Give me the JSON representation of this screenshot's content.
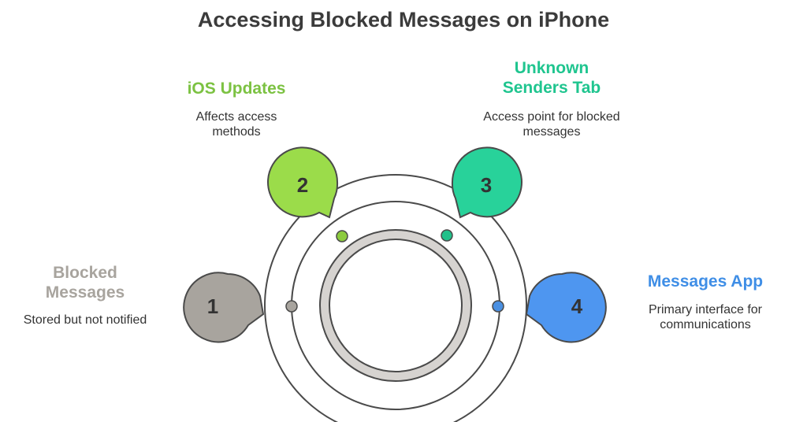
{
  "title": "Accessing Blocked Messages on iPhone",
  "items": [
    {
      "number": "1",
      "heading": "Blocked Messages",
      "description": "Stored but not notified",
      "color": "#a8a49e",
      "dot_color": "#a8a49e"
    },
    {
      "number": "2",
      "heading": "iOS Updates",
      "description": "Affects access methods",
      "color": "#9bdc4a",
      "dot_color": "#8ccb3e"
    },
    {
      "number": "3",
      "heading": "Unknown Senders Tab",
      "description": "Access point for blocked messages",
      "color": "#28d29a",
      "dot_color": "#22c08a"
    },
    {
      "number": "4",
      "heading": "Messages App",
      "description": "Primary interface for communications",
      "color": "#4e96f0",
      "dot_color": "#4a90e2"
    }
  ],
  "heading_colors": [
    "#a8a49e",
    "#7cc242",
    "#1fc58f",
    "#3f8ee6"
  ]
}
